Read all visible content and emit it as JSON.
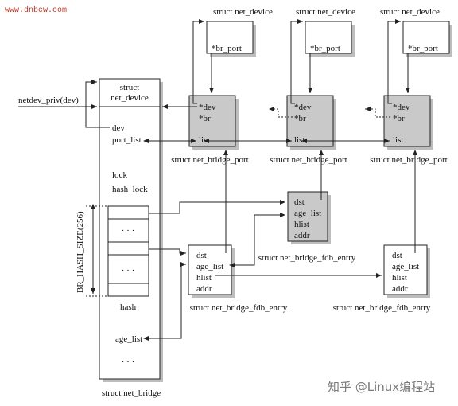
{
  "watermark_top": "www.dnbcw.com",
  "watermark_bottom": "知乎 @Linux编程站",
  "net_bridge": {
    "title": "struct net_bridge",
    "header": "struct net_device",
    "pointer_label": "netdev_priv(dev)",
    "fields": {
      "dev": "dev",
      "port_list": "port_list",
      "lock": "lock",
      "hash_lock": "hash_lock",
      "hash": "hash",
      "age_list": "age_list",
      "dots": "· · ·"
    },
    "hash_size_label": "BR_HASH_SIZE(256)"
  },
  "ports": [
    {
      "device_label": "struct net_device",
      "br_port": "*br_port",
      "dev": "*dev",
      "br": "*br",
      "list": "list",
      "label": "struct net_bridge_port"
    },
    {
      "device_label": "struct net_device",
      "br_port": "*br_port",
      "dev": "*dev",
      "br": "*br",
      "list": "list",
      "label": "struct net_bridge_port"
    },
    {
      "device_label": "struct net_device",
      "br_port": "*br_port",
      "dev": "*dev",
      "br": "*br",
      "list": "list",
      "label": "struct net_bridge_port"
    }
  ],
  "fdb_entries": [
    {
      "dst": "dst",
      "age_list": "age_list",
      "hlist": "hlist",
      "addr": "addr",
      "label": "struct net_bridge_fdb_entry"
    },
    {
      "dst": "dst",
      "age_list": "age_list",
      "hlist": "hlist",
      "addr": "addr",
      "label": "struct net_bridge_fdb_entry"
    },
    {
      "dst": "dst",
      "age_list": "age_list",
      "hlist": "hlist",
      "addr": "addr",
      "label": "struct net_bridge_fdb_entry"
    }
  ]
}
